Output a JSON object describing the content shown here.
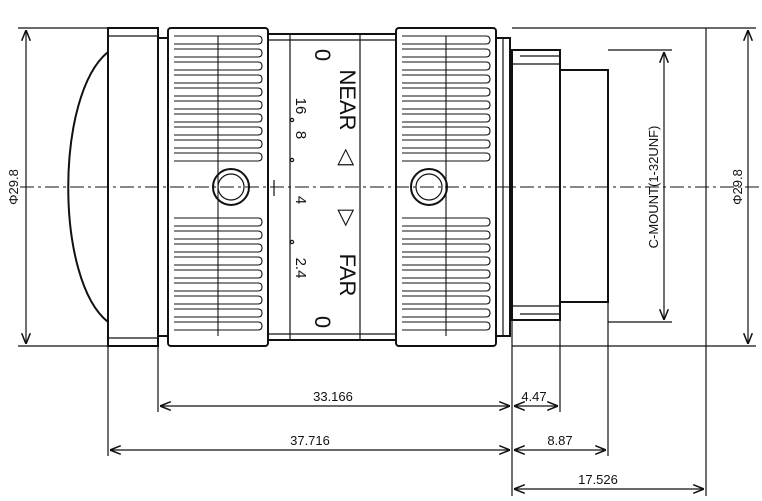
{
  "drawing": {
    "diameter_left": "Φ29.8",
    "diameter_right": "Φ29.8",
    "mount_label": "C-MOUNT(1-32UNF)",
    "focus_scale": {
      "near_label": "NEAR",
      "far_label": "FAR",
      "near_mark": "0",
      "far_mark": "0",
      "aperture_1": "16",
      "aperture_2": "8",
      "aperture_3": "4",
      "aperture_4": "2.4"
    },
    "dimensions": {
      "body_length": "33.166",
      "total_length": "37.716",
      "flange_offset": "4.47",
      "mount_depth": "8.87",
      "rear_length": "17.526"
    }
  }
}
